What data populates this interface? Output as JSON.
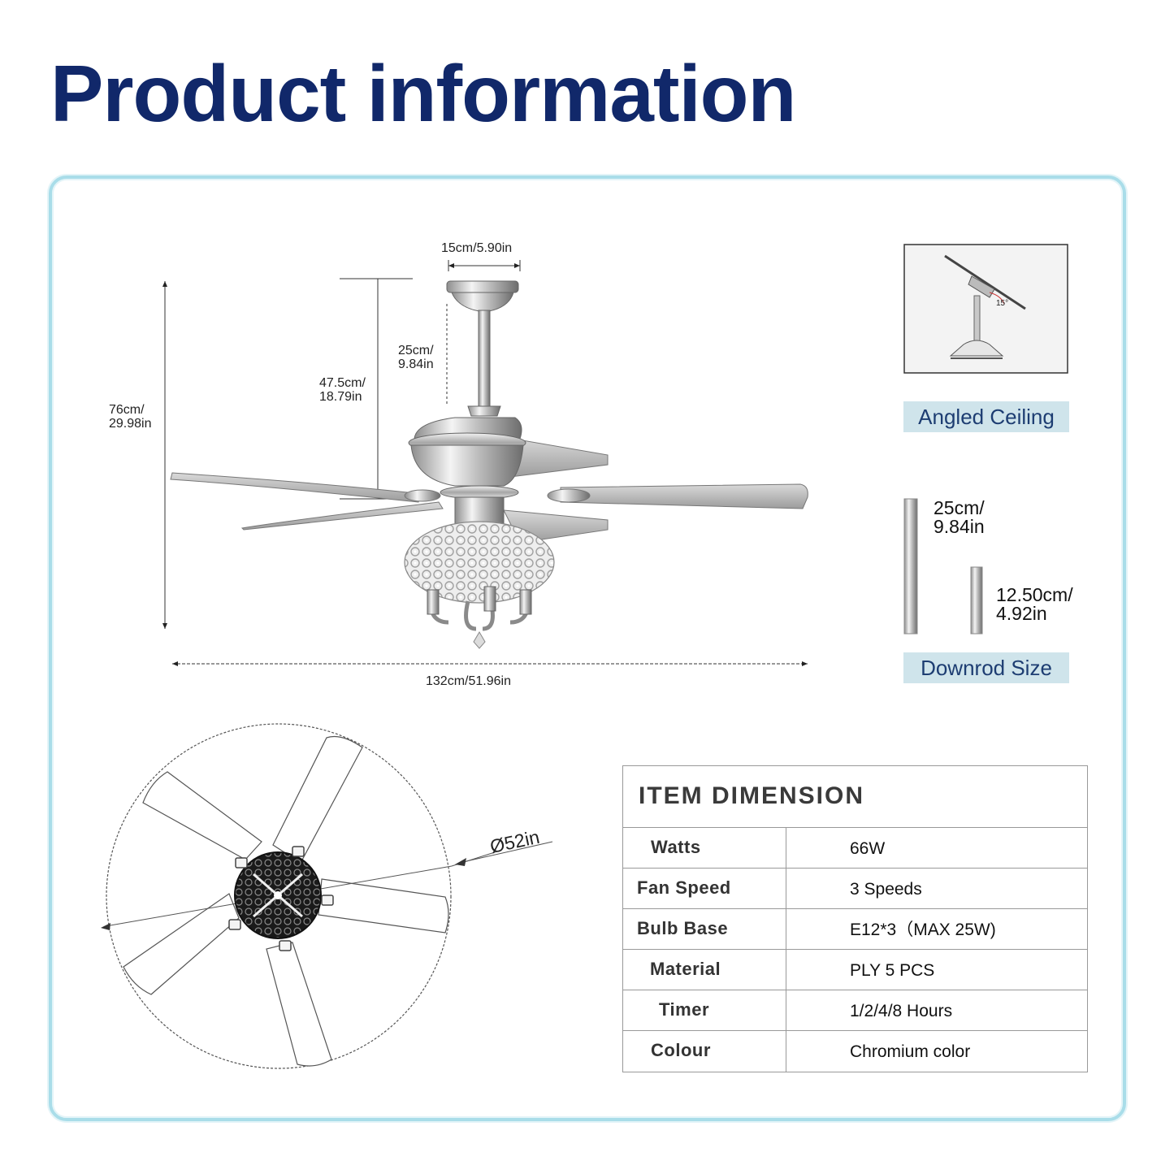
{
  "title": "Product information",
  "dimensions": {
    "mount_width": "15cm/5.90in",
    "downrod_length": "25cm/\n9.84in",
    "ceiling_to_blade": "47.5cm/\n18.79in",
    "total_height": "76cm/\n29.98in",
    "span": "132cm/51.96in",
    "diameter": "Ø52in",
    "angle": "15°"
  },
  "labels": {
    "angled_ceiling": "Angled Ceiling",
    "downrod_size": "Downrod Size",
    "rod_long": "25cm/\n9.84in",
    "rod_short": "12.50cm/\n4.92in"
  },
  "spec_table": {
    "heading": "ITEM DIMENSION",
    "rows": [
      {
        "key": "Watts",
        "value": "66W"
      },
      {
        "key": "Fan Speed",
        "value": "3 Speeds"
      },
      {
        "key": "Bulb Base",
        "value": "E12*3（MAX 25W)"
      },
      {
        "key": "Material",
        "value": "PLY 5 PCS"
      },
      {
        "key": "Timer",
        "value": "1/2/4/8 Hours"
      },
      {
        "key": "Colour",
        "value": "Chromium color"
      }
    ]
  },
  "colors": {
    "title": "#11286a",
    "frame_border": "#a9dde9",
    "label_bg": "#cfe4eb",
    "label_text": "#1d3d72"
  }
}
